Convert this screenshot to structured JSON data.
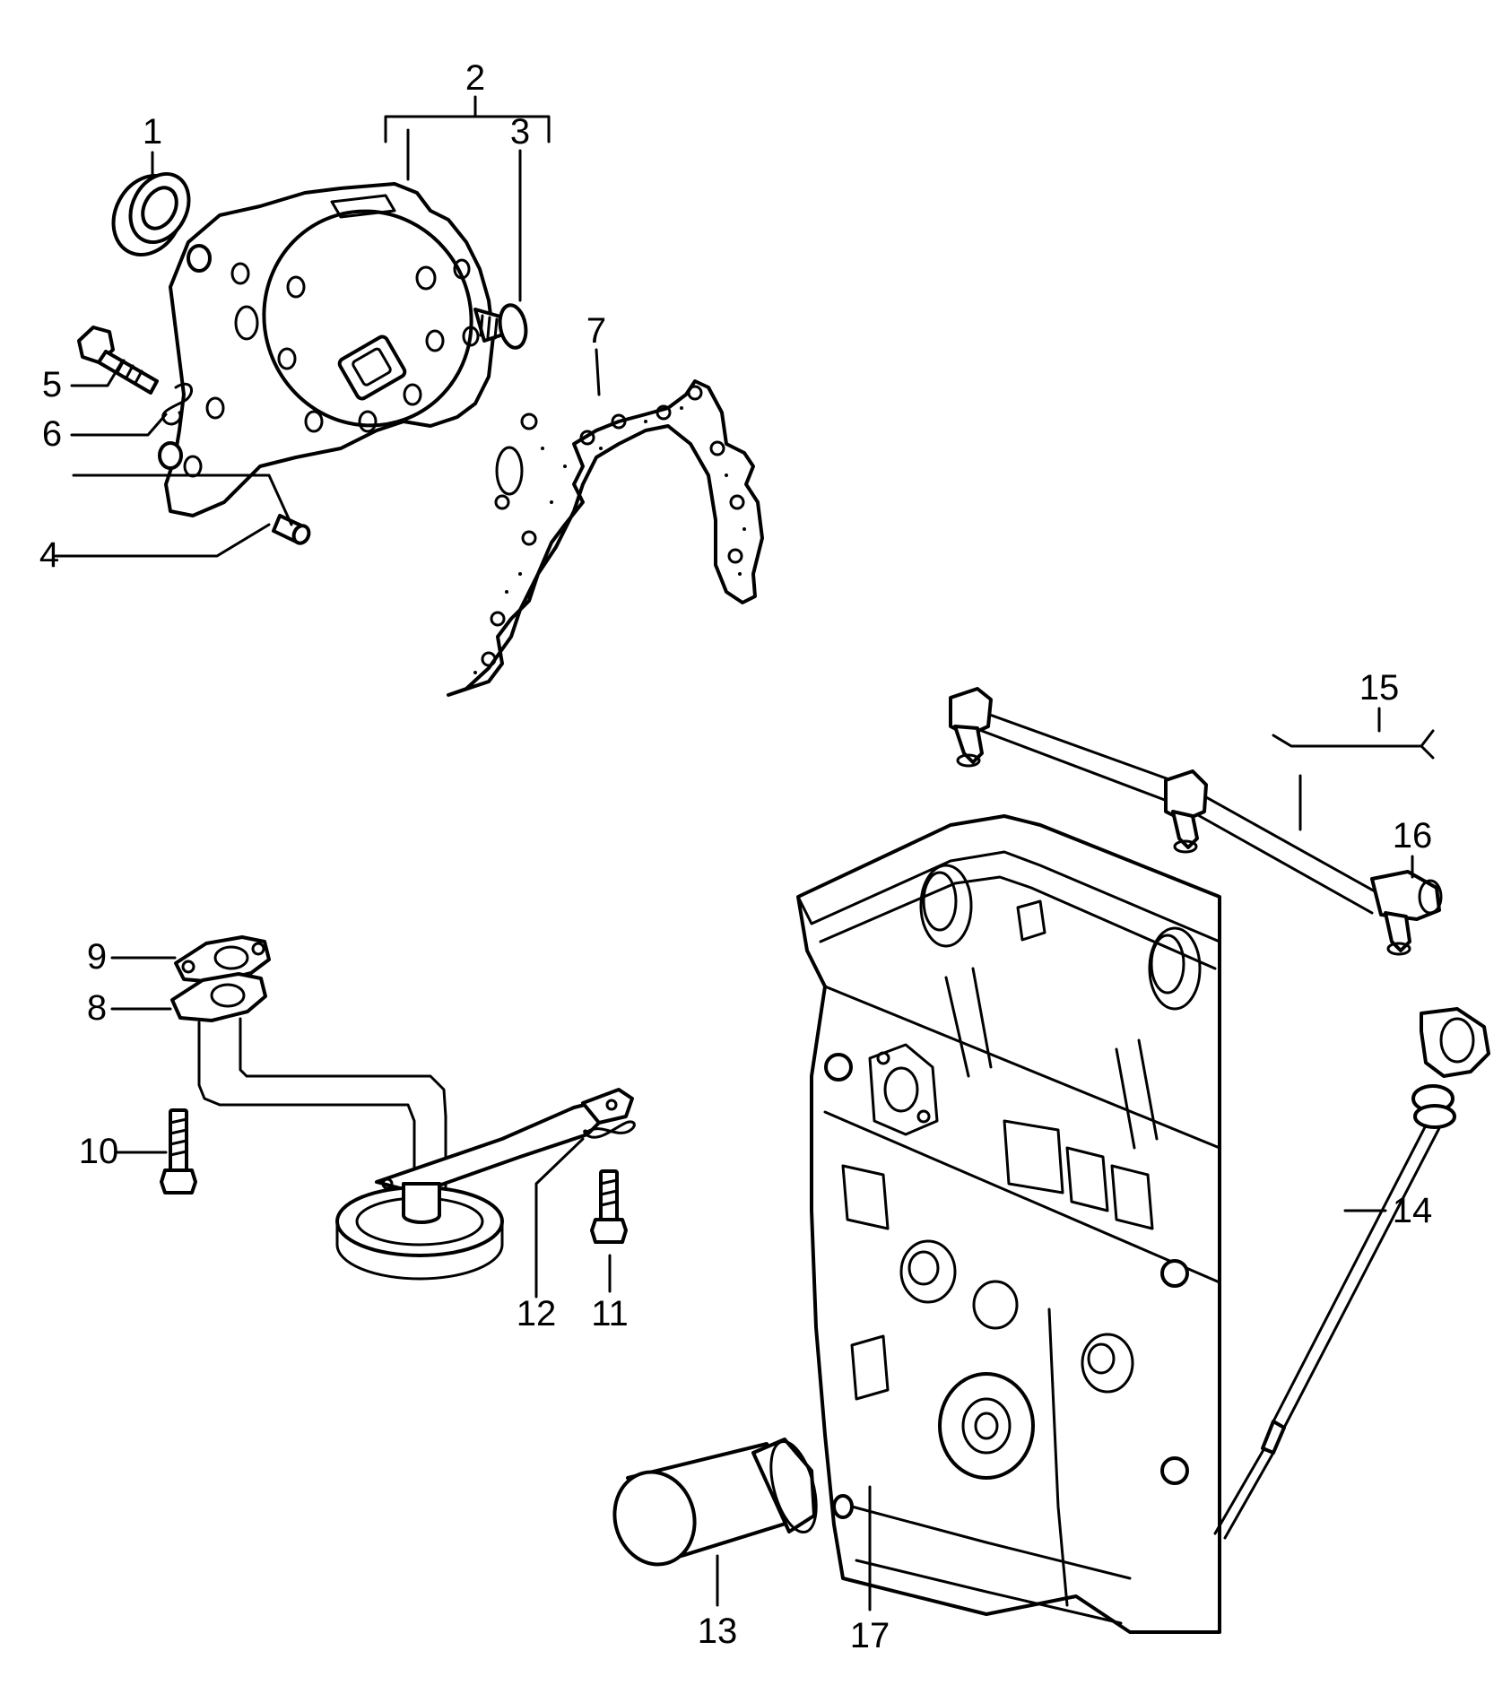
{
  "diagram": {
    "callouts": {
      "c1": "1",
      "c2": "2",
      "c3": "3",
      "c4": "4",
      "c5": "5",
      "c6": "6",
      "c7": "7",
      "c8": "8",
      "c9": "9",
      "c10": "10",
      "c11": "11",
      "c12": "12",
      "c13": "13",
      "c14": "14",
      "c15": "15",
      "c16": "16",
      "c17": "17"
    },
    "colors": {
      "line": "#000000",
      "background": "#ffffff"
    }
  }
}
